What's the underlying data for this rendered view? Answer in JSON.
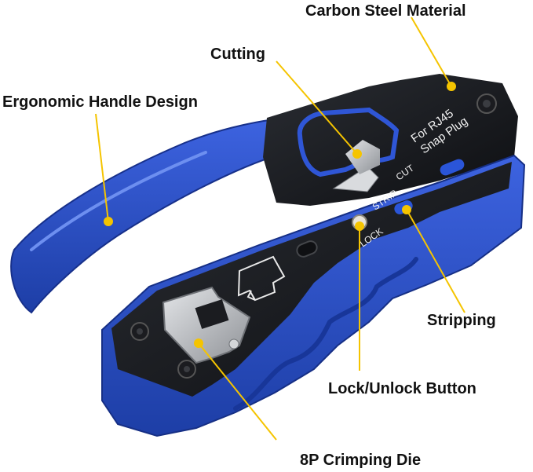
{
  "callouts": {
    "material": "Carbon Steel Material",
    "cutting": "Cutting",
    "handle": "Ergonomic Handle Design",
    "stripping": "Stripping",
    "lock_button": "Lock/Unlock Button",
    "crimping_die": "8P Crimping Die"
  },
  "tool_markings": {
    "model_line1": "For RJ45",
    "model_line2": "Snap Plug",
    "cut": "CUT",
    "strip": "STRIP",
    "lock": "LOCK"
  },
  "colors": {
    "handle_blue": "#2b4fc7",
    "body_black": "#16181d",
    "leader_line": "#f5c400",
    "metal": "#b9bcc1"
  }
}
